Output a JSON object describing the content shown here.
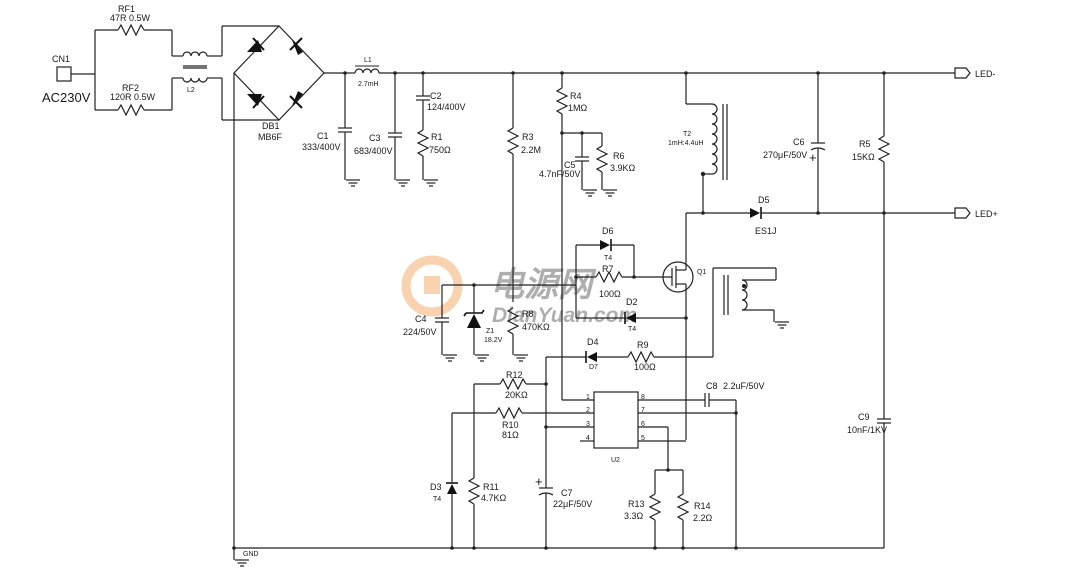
{
  "connector": {
    "ref": "CN1",
    "voltage": "AC230V"
  },
  "resistors": {
    "rf1": {
      "ref": "RF1",
      "value": "47R 0.5W"
    },
    "rf2": {
      "ref": "RF2",
      "value": "120R 0.5W"
    },
    "r1": {
      "ref": "R1",
      "value": "750Ω"
    },
    "r3": {
      "ref": "R3",
      "value": "2.2M"
    },
    "r4": {
      "ref": "R4",
      "value": "1MΩ"
    },
    "r5": {
      "ref": "R5",
      "value": "15KΩ"
    },
    "r6": {
      "ref": "R6",
      "value": "3.9KΩ"
    },
    "r7": {
      "ref": "R7",
      "value": "100Ω"
    },
    "r8": {
      "ref": "R8",
      "value": "470KΩ"
    },
    "r9": {
      "ref": "R9",
      "value": "100Ω"
    },
    "r10": {
      "ref": "R10",
      "value": "81Ω"
    },
    "r11": {
      "ref": "R11",
      "value": "4.7KΩ"
    },
    "r12": {
      "ref": "R12",
      "value": "20KΩ"
    },
    "r13": {
      "ref": "R13",
      "value": "3.3Ω"
    },
    "r14": {
      "ref": "R14",
      "value": "2.2Ω"
    }
  },
  "capacitors": {
    "c1": {
      "ref": "C1",
      "value": "333/400V"
    },
    "c2": {
      "ref": "C2",
      "value": "124/400V"
    },
    "c3": {
      "ref": "C3",
      "value": "683/400V"
    },
    "c4": {
      "ref": "C4",
      "value": "224/50V"
    },
    "c5": {
      "ref": "C5",
      "value": "4.7nF/50V"
    },
    "c6": {
      "ref": "C6",
      "value": "270μF/50V"
    },
    "c7": {
      "ref": "C7",
      "value": "22μF/50V"
    },
    "c8": {
      "ref": "C8",
      "value": "2.2uF/50V"
    },
    "c9": {
      "ref": "C9",
      "value": "10nF/1KV"
    }
  },
  "inductors": {
    "l1": {
      "ref": "L1",
      "value": "2.7mH"
    },
    "l2": {
      "ref": "L2"
    },
    "t2": {
      "ref": "T2",
      "value": "1mH:4.4uH"
    }
  },
  "bridge": {
    "ref": "DB1",
    "value": "MB6F"
  },
  "diodes": {
    "d2": {
      "ref": "D2",
      "value": "T4"
    },
    "d3": {
      "ref": "D3",
      "value": "T4"
    },
    "d4": {
      "ref": "D4",
      "value": "D7"
    },
    "d5": {
      "ref": "D5",
      "value": "ES1J"
    },
    "d6": {
      "ref": "D6",
      "value": "T4"
    },
    "z1": {
      "ref": "Z1",
      "value": "18.2V"
    }
  },
  "transistor": {
    "ref": "Q1"
  },
  "ic": {
    "ref": "U2",
    "pins": [
      "1",
      "2",
      "3",
      "4",
      "8",
      "7",
      "6",
      "5"
    ]
  },
  "outputs": {
    "neg": "LED-",
    "pos": "LED+"
  },
  "ground": {
    "label": "GND"
  },
  "watermark": {
    "cn": "电源网",
    "en": "DianYuan.com"
  }
}
